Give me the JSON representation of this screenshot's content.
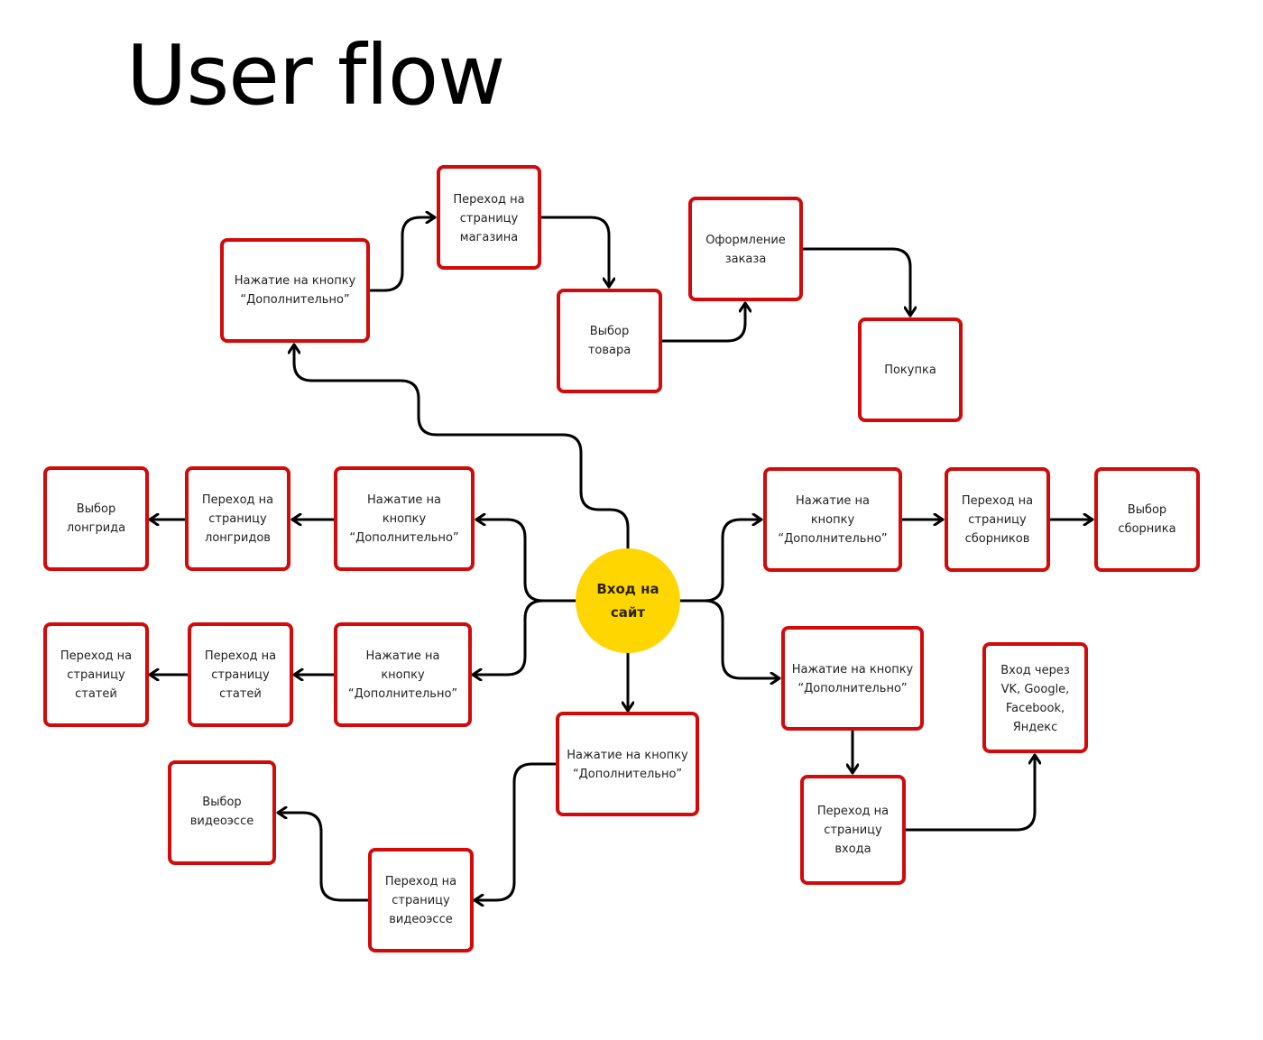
{
  "title": "User flow",
  "colors": {
    "node_border": "#d20a0a",
    "start_fill": "#ffd600",
    "connector": "#000000"
  },
  "start": {
    "label": "Вход на\nсайт"
  },
  "nodes": {
    "shop_more": {
      "label": "Нажатие на кнопку\n“Дополнительно”"
    },
    "shop_page": {
      "label": "Переход на\nстраницу\nмагазина"
    },
    "product_choice": {
      "label": "Выбор\nтовара"
    },
    "checkout": {
      "label": "Оформление\nзаказа"
    },
    "purchase": {
      "label": "Покупка"
    },
    "longread_more": {
      "label": "Нажатие на\nкнопку\n“Дополнительно”"
    },
    "longread_page": {
      "label": "Переход на\nстраницу\nлонгридов"
    },
    "longread_choice": {
      "label": "Выбор\nлонгрида"
    },
    "articles_more": {
      "label": "Нажатие на\nкнопку\n“Дополнительно”"
    },
    "articles_page": {
      "label": "Переход на\nстраницу\nстатей"
    },
    "articles_page2": {
      "label": "Переход на\nстраницу\nстатей"
    },
    "collections_more": {
      "label": "Нажатие на\nкнопку\n“Дополнительно”"
    },
    "collections_page": {
      "label": "Переход на\nстраницу\nсборников"
    },
    "collection_choice": {
      "label": "Выбор\nсборника"
    },
    "login_more": {
      "label": "Нажатие на кнопку\n“Дополнительно”"
    },
    "login_page": {
      "label": "Переход на\nстраницу\nвхода"
    },
    "social_login": {
      "label": "Вход через\nVK, Google,\nFacebook,\nЯндекс"
    },
    "video_more": {
      "label": "Нажатие на кнопку\n“Дополнительно”"
    },
    "video_page": {
      "label": "Переход на\nстраницу\nвидеоэссе"
    },
    "video_choice": {
      "label": "Выбор\nвидеоэссе"
    }
  },
  "edges": [
    [
      "start",
      "shop_more"
    ],
    [
      "shop_more",
      "shop_page"
    ],
    [
      "shop_page",
      "product_choice"
    ],
    [
      "product_choice",
      "checkout"
    ],
    [
      "checkout",
      "purchase"
    ],
    [
      "start",
      "longread_more"
    ],
    [
      "longread_more",
      "longread_page"
    ],
    [
      "longread_page",
      "longread_choice"
    ],
    [
      "start",
      "articles_more"
    ],
    [
      "articles_more",
      "articles_page"
    ],
    [
      "articles_page",
      "articles_page2"
    ],
    [
      "start",
      "collections_more"
    ],
    [
      "collections_more",
      "collections_page"
    ],
    [
      "collections_page",
      "collection_choice"
    ],
    [
      "start",
      "login_more"
    ],
    [
      "login_more",
      "login_page"
    ],
    [
      "login_page",
      "social_login"
    ],
    [
      "start",
      "video_more"
    ],
    [
      "video_more",
      "video_page"
    ],
    [
      "video_page",
      "video_choice"
    ]
  ]
}
